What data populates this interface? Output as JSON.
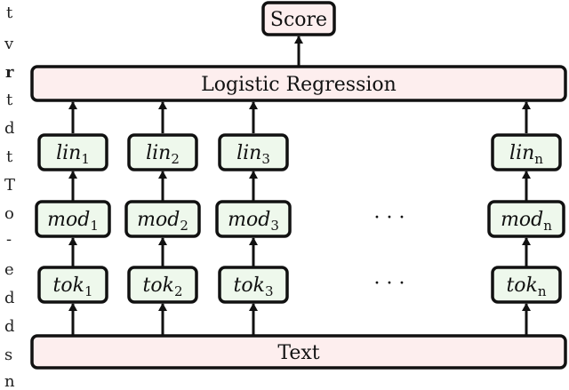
{
  "diagram": {
    "top": {
      "label": "Score"
    },
    "regression": {
      "label": "Logistic Regression"
    },
    "input": {
      "label": "Text"
    },
    "ellipsis": "· · ·",
    "columns": [
      {
        "lin": "lin",
        "mod": "mod",
        "tok": "tok",
        "subscript": "1"
      },
      {
        "lin": "lin",
        "mod": "mod",
        "tok": "tok",
        "subscript": "2"
      },
      {
        "lin": "lin",
        "mod": "mod",
        "tok": "tok",
        "subscript": "3"
      },
      {
        "lin": "lin",
        "mod": "mod",
        "tok": "tok",
        "subscript": "n"
      }
    ],
    "colors": {
      "pink_fill": "#fdeeee",
      "green_fill": "#eef8ec",
      "stroke": "#111111"
    },
    "margin_text": [
      "t",
      "v",
      "r",
      "t",
      "d",
      "t",
      "T",
      "o",
      "-",
      "e",
      "d",
      "d",
      "s",
      "n"
    ]
  }
}
